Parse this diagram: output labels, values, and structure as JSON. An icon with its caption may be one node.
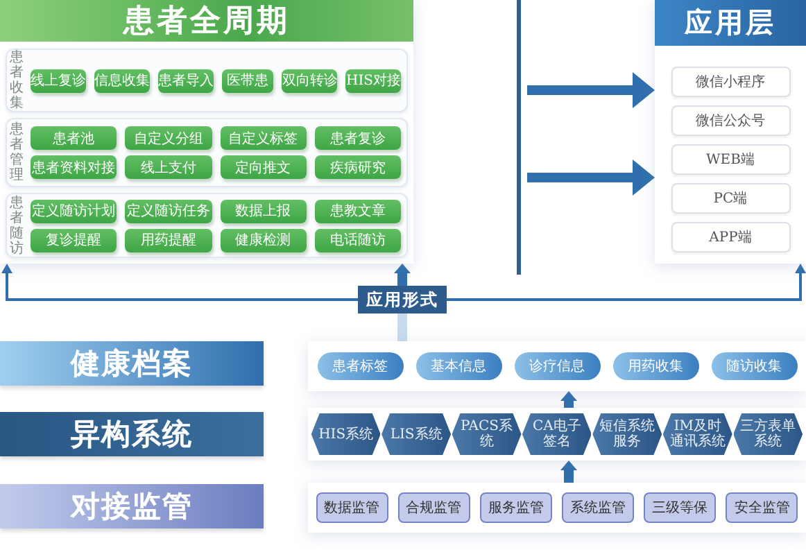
{
  "diagram": {
    "nodes": [
      {
        "text": [
          "患者全周期"
        ]
      },
      {
        "text": [
          "患者收集"
        ],
        "in": 0
      },
      {
        "text": [
          "线上复诊"
        ],
        "in": 1
      },
      {
        "text": [
          "信息收集"
        ],
        "in": 1
      },
      {
        "text": [
          "患者导入"
        ],
        "in": 1
      },
      {
        "text": [
          "医带患"
        ],
        "in": 1
      },
      {
        "text": [
          "双向转诊"
        ],
        "in": 1
      },
      {
        "text": [
          "HIS对接"
        ],
        "in": 1
      },
      {
        "text": [
          "患者管理"
        ],
        "in": 0
      },
      {
        "text": [
          "患者池"
        ],
        "in": 8
      },
      {
        "text": [
          "自定义分组"
        ],
        "in": 8
      },
      {
        "text": [
          "自定义标签"
        ],
        "in": 8
      },
      {
        "text": [
          "患者复诊"
        ],
        "in": 8
      },
      {
        "text": [
          "患者资料对接"
        ],
        "in": 8
      },
      {
        "text": [
          "线上支付"
        ],
        "in": 8
      },
      {
        "text": [
          "定向推文"
        ],
        "in": 8
      },
      {
        "text": [
          "疾病研究"
        ],
        "in": 8
      },
      {
        "text": [
          "患者随访"
        ],
        "in": 0
      },
      {
        "text": [
          "定义随访计划"
        ],
        "in": 17
      },
      {
        "text": [
          "定义随访任务"
        ],
        "in": 17
      },
      {
        "text": [
          "数据上报"
        ],
        "in": 17
      },
      {
        "text": [
          "患教文章"
        ],
        "in": 17
      },
      {
        "text": [
          "复诊提醒"
        ],
        "in": 17
      },
      {
        "text": [
          "用药提醒"
        ],
        "in": 17
      },
      {
        "text": [
          "健康检测"
        ],
        "in": 17
      },
      {
        "text": [
          "电话随访"
        ],
        "in": 17
      },
      {
        "text": [
          "应用层"
        ]
      },
      {
        "text": [
          "微信小程序"
        ],
        "in": 26
      },
      {
        "text": [
          "微信公众号"
        ],
        "in": 26
      },
      {
        "text": [
          "WEB端"
        ],
        "in": 26
      },
      {
        "text": [
          "PC端"
        ],
        "in": 26
      },
      {
        "text": [
          "APP端"
        ],
        "in": 26
      },
      {
        "text": [
          "应用形式"
        ]
      },
      {
        "text": [
          "健康档案"
        ]
      },
      {
        "text": [],
        "shape": "box"
      },
      {
        "text": [
          "患者标签"
        ],
        "in": 34
      },
      {
        "text": [
          "基本信息"
        ],
        "in": 34
      },
      {
        "text": [
          "诊疗信息"
        ],
        "in": 34
      },
      {
        "text": [
          "用药收集"
        ],
        "in": 34
      },
      {
        "text": [
          "随访收集"
        ],
        "in": 34
      },
      {
        "text": [
          "异构系统"
        ]
      },
      {
        "text": [],
        "shape": "box"
      },
      {
        "text": [
          "HIS系统"
        ],
        "in": 41
      },
      {
        "text": [
          "LIS系统"
        ],
        "in": 41
      },
      {
        "text": [
          "PACS系统"
        ],
        "in": 41
      },
      {
        "text": [
          "CA电子签名"
        ],
        "in": 41
      },
      {
        "text": [
          "短信系统服务"
        ],
        "in": 41
      },
      {
        "text": [
          "IM及时通讯系统"
        ],
        "in": 41
      },
      {
        "text": [
          "三方表单系统"
        ],
        "in": 41
      },
      {
        "text": [
          "对接监管"
        ]
      },
      {
        "text": [],
        "shape": "box"
      },
      {
        "text": [
          "数据监管"
        ],
        "in": 50
      },
      {
        "text": [
          "合规监管"
        ],
        "in": 50
      },
      {
        "text": [
          "服务监管"
        ],
        "in": 50
      },
      {
        "text": [
          "系统监管"
        ],
        "in": 50
      },
      {
        "text": [
          "三级等保"
        ],
        "in": 50
      },
      {
        "text": [
          "安全监管"
        ],
        "in": 50
      }
    ],
    "edges": [
      {
        "from": null,
        "to": 26,
        "arrow": "to"
      },
      {
        "from": null,
        "to": 26,
        "arrow": "to"
      },
      {
        "from": 32,
        "to": 0,
        "arrow": "to"
      },
      {
        "from": 32,
        "to": 0,
        "arrow": "to"
      },
      {
        "from": 32,
        "to": 26,
        "arrow": "to"
      },
      {
        "from": 34,
        "to": 32,
        "arrow": "none",
        "color": "#c9dbee"
      },
      {
        "from": 41,
        "to": 34,
        "arrow": "to"
      },
      {
        "from": 50,
        "to": 41,
        "arrow": "to"
      }
    ]
  }
}
